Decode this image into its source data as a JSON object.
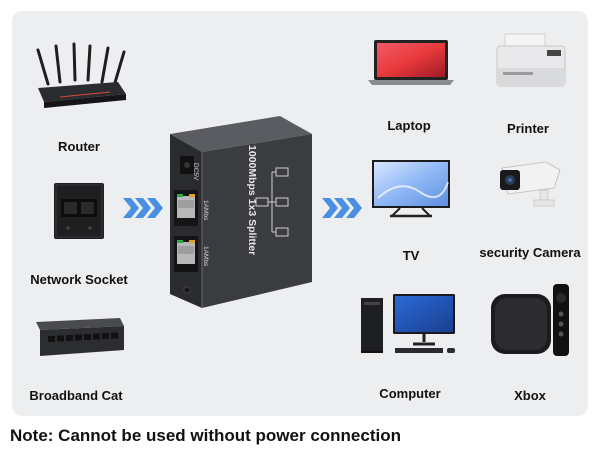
{
  "product": {
    "name": "1000Mbps 1x3 Splitter",
    "ports": [
      "DC5V",
      "1AMbs",
      "1AMbs"
    ]
  },
  "inputs": [
    {
      "label": "Router",
      "icon": "router-icon"
    },
    {
      "label": "Network Socket",
      "icon": "network-socket-icon"
    },
    {
      "label": "Broadband Cat",
      "icon": "switch-icon"
    }
  ],
  "outputs": [
    {
      "label": "Laptop",
      "icon": "laptop-icon"
    },
    {
      "label": "Printer",
      "icon": "printer-icon"
    },
    {
      "label": "TV",
      "icon": "tv-icon"
    },
    {
      "label": "security Camera",
      "icon": "security-camera-icon"
    },
    {
      "label": "Computer",
      "icon": "computer-icon"
    },
    {
      "label": "Xbox",
      "icon": "xbox-icon"
    }
  ],
  "note": "Note: Cannot be used without power connection",
  "colors": {
    "panel": "#edeef0",
    "device_body": "#3a3c40",
    "arrow": "#4a90e2"
  }
}
